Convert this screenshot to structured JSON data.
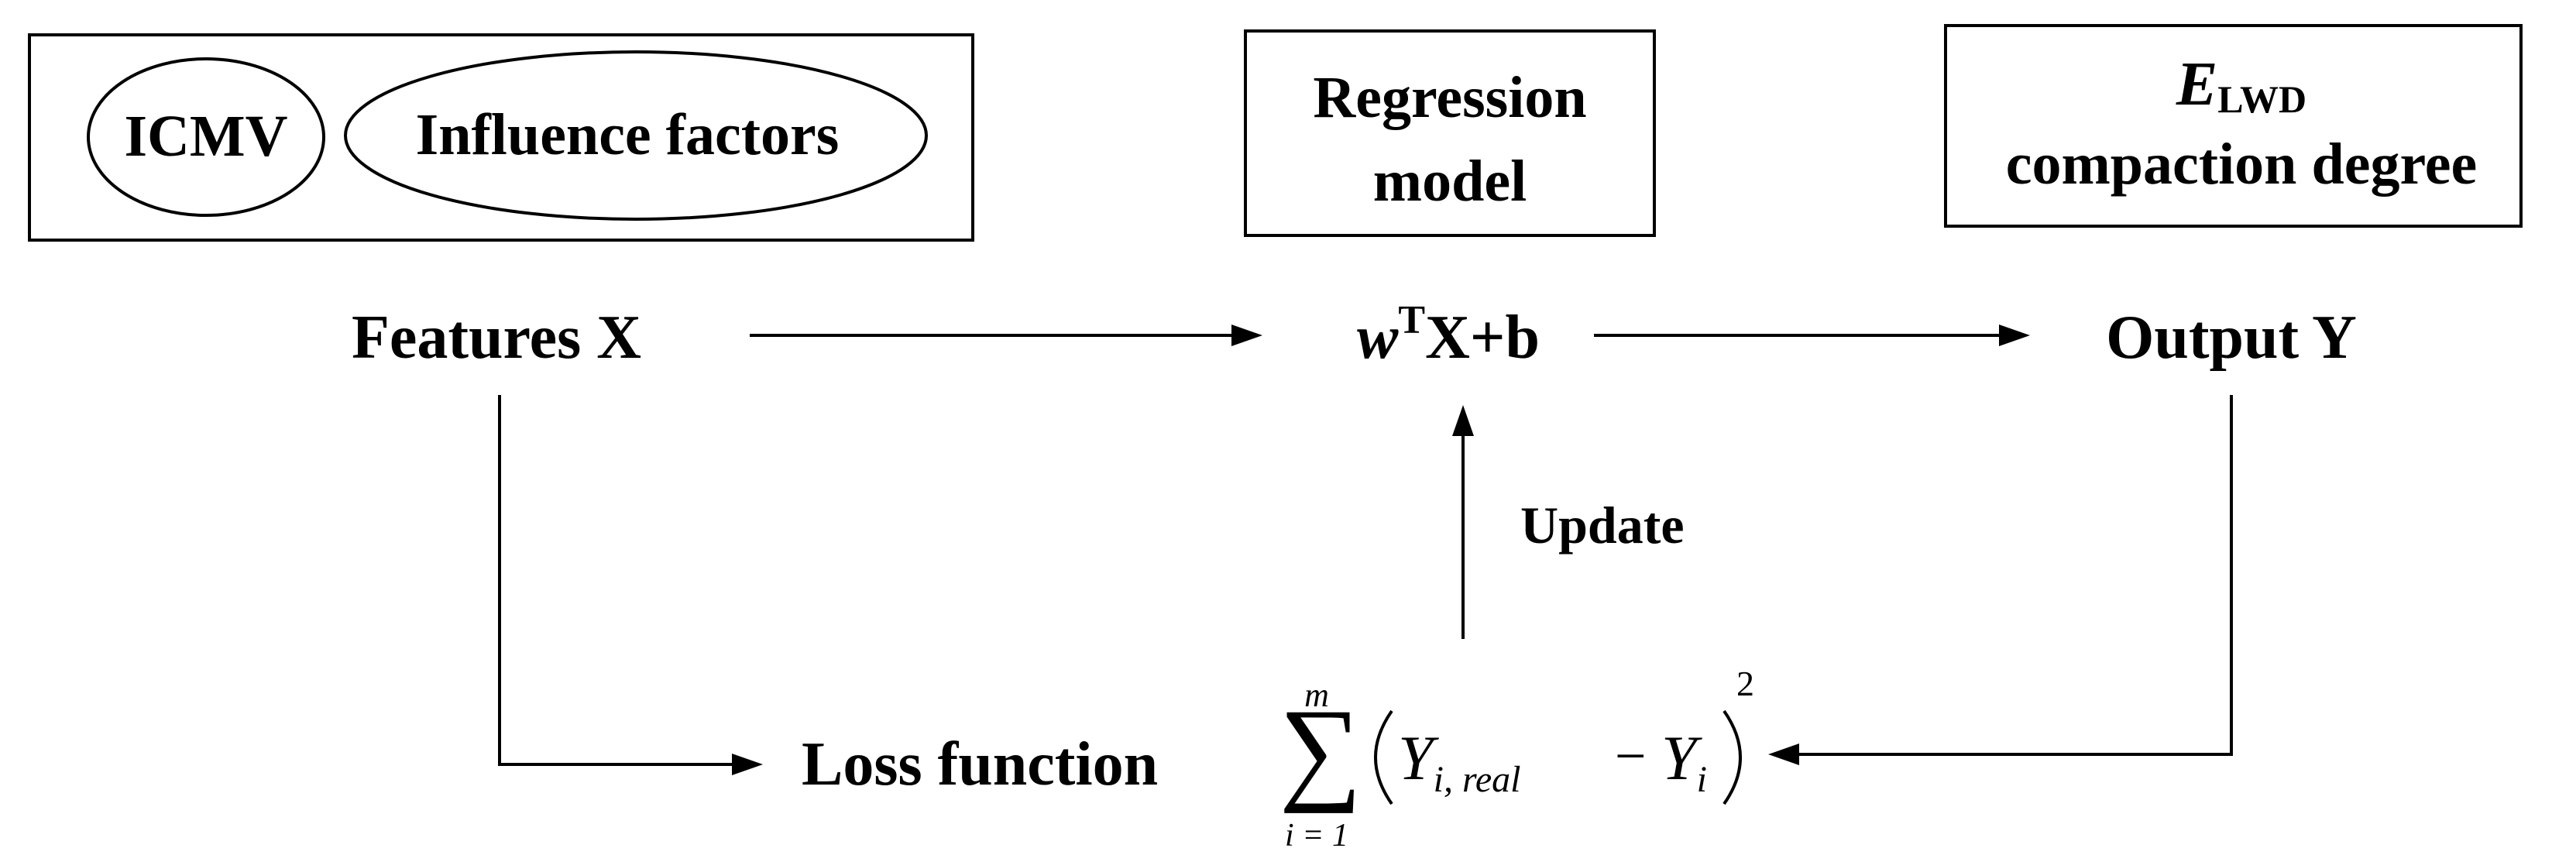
{
  "inputs_box": {
    "icmv_label": "ICMV",
    "influence_label": "Influence factors"
  },
  "regression_box": {
    "line1": "Regression",
    "line2": "model"
  },
  "target_box": {
    "symbol": "E",
    "subscript": "LWD",
    "line2": "compaction degree"
  },
  "features_label": "Features X",
  "model_expression": {
    "w": "w",
    "superscript": "T",
    "rest": "X+b"
  },
  "output_label": "Output Y",
  "update_label": "Update",
  "loss_label": "Loss function",
  "loss_formula": {
    "sum_symbol": "∑",
    "upper_limit": "m",
    "lower_limit": "i = 1",
    "y_real": "Y",
    "y_real_subscript": "i, real",
    "minus": "−",
    "y_pred": "Y",
    "y_pred_subscript": "i",
    "exponent": "2"
  }
}
